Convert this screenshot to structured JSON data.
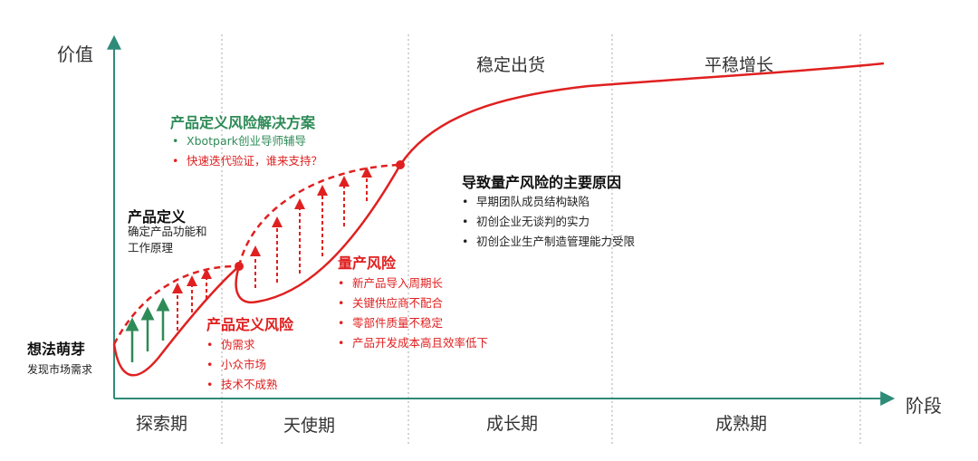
{
  "axes": {
    "y_label": "价值",
    "x_label": "阶段"
  },
  "stages_bottom": [
    "探索期",
    "天使期",
    "成长期",
    "成熟期"
  ],
  "phases_top": {
    "stable_shipping": "稳定出货",
    "steady_growth": "平稳增长"
  },
  "idea": {
    "title": "想法萌芽",
    "subtitle": "发现市场需求"
  },
  "product_definition": {
    "title": "产品定义",
    "desc": "确定产品功能和工作原理"
  },
  "solution": {
    "title": "产品定义风险解决方案",
    "items": [
      "Xbotpark创业导师辅导",
      "快速迭代验证，谁来支持？"
    ]
  },
  "def_risk": {
    "title": "产品定义风险",
    "items": [
      "伪需求",
      "小众市场",
      "技术不成熟"
    ]
  },
  "prod_risk": {
    "title": "量产风险",
    "items": [
      "新产品导入周期长",
      "关键供应商不配合",
      "零部件质量不稳定",
      "产品开发成本高且效率低下"
    ]
  },
  "causes": {
    "title": "导致量产风险的主要原因",
    "items": [
      "早期团队成员结构缺陷",
      "初创企业无谈判的实力",
      "初创企业生产制造管理能力受限"
    ]
  },
  "colors": {
    "axis": "#2e8b78",
    "curve": "#e02020",
    "green": "#2e8b57",
    "divider": "#aaaaaa"
  }
}
